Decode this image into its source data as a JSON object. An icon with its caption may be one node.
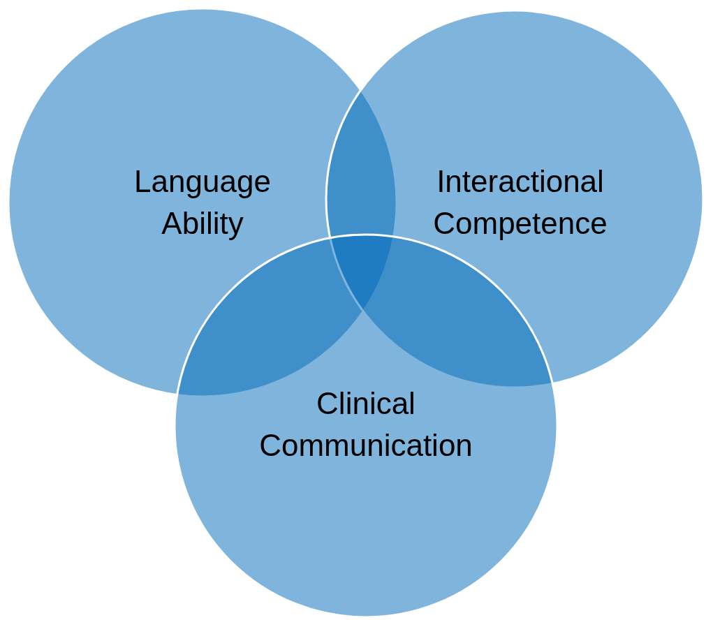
{
  "diagram": {
    "nodes": [
      {
        "text": [
          "Language Ability"
        ]
      },
      {
        "text": [
          "Interactional Competence"
        ]
      },
      {
        "text": [
          "Clinical Communication"
        ]
      }
    ],
    "edges": []
  }
}
